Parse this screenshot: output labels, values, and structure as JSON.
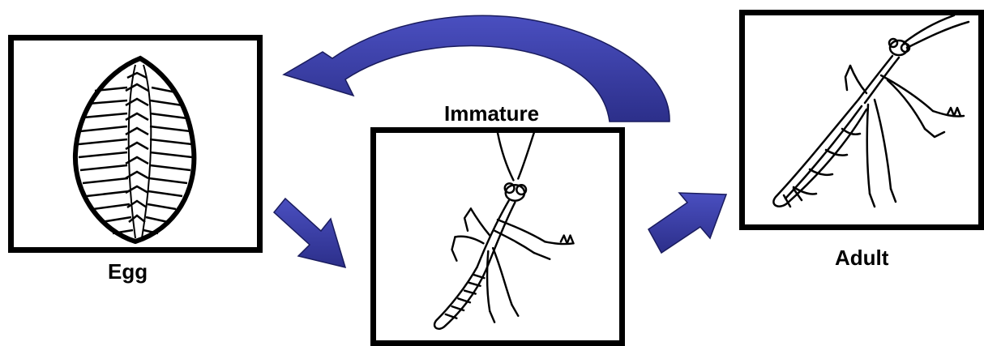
{
  "stages": {
    "egg": {
      "label": "Egg"
    },
    "immature": {
      "label": "Immature"
    },
    "adult": {
      "label": "Adult"
    }
  },
  "colors": {
    "arrow_fill": "#3a3ea0",
    "arrow_stroke": "#1a1c5e",
    "frame": "#000000"
  },
  "icons": {
    "egg": "mantis-egg-case-icon",
    "immature": "mantis-nymph-icon",
    "adult": "mantis-adult-icon"
  }
}
